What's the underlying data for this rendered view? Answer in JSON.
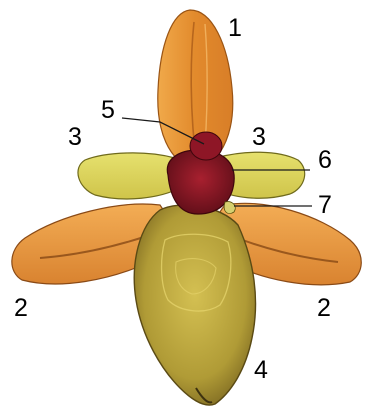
{
  "labels": {
    "top_petal": "1",
    "left_petal": "2",
    "right_petal": "2",
    "left_sepal": "3",
    "right_sepal": "3",
    "lip": "4",
    "column": "5",
    "right_label_6": "6",
    "right_label_7": "7"
  },
  "colors": {
    "orange_petal": "#e89a3a",
    "orange_dark": "#b8651c",
    "yellow_sepal": "#dcd45a",
    "lip_olive": "#b8a53c",
    "lip_dark": "#6e5a1e",
    "center_maroon": "#7a1422",
    "center_red": "#9a1c2c",
    "leader_line": "#1a1a1a"
  }
}
